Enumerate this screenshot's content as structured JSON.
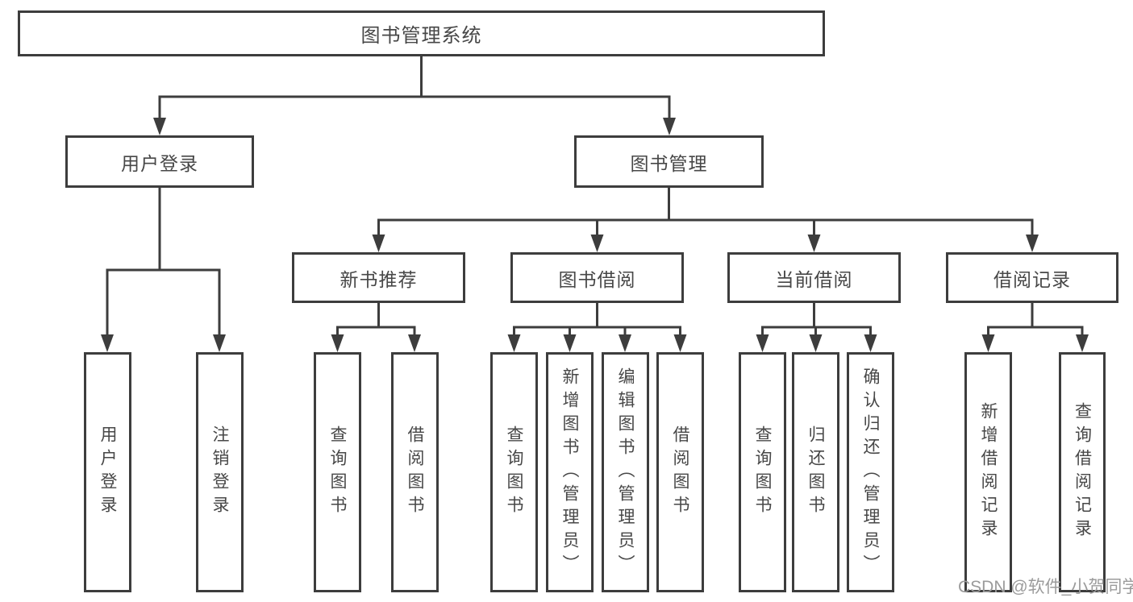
{
  "diagram_title": "图书管理系统",
  "watermark": "CSDN @软件_小贺同学",
  "colors": {
    "line": "#3d3d3d",
    "node_border": "#3d3d3d",
    "node_fill": "#ffffff",
    "text": "#474747",
    "watermark": "#9b9b9b",
    "background": "#ffffff"
  },
  "nodes": {
    "root": {
      "label": "图书管理系统",
      "level": 1
    },
    "user_login": {
      "label": "用户登录",
      "level": 2,
      "parent": "图书管理系统"
    },
    "book_management": {
      "label": "图书管理",
      "level": 2,
      "parent": "图书管理系统"
    },
    "new_book_recommend": {
      "label": "新书推荐",
      "level": 3,
      "parent": "图书管理"
    },
    "book_borrowing": {
      "label": "图书借阅",
      "level": 3,
      "parent": "图书管理"
    },
    "current_borrowing": {
      "label": "当前借阅",
      "level": 3,
      "parent": "图书管理"
    },
    "borrowing_records": {
      "label": "借阅记录",
      "level": 3,
      "parent": "图书管理"
    },
    "login_user_login": {
      "label": "用户登录",
      "level": 4,
      "parent": "用户登录"
    },
    "login_logout": {
      "label": "注销登录",
      "level": 4,
      "parent": "用户登录"
    },
    "recommend_query_books": {
      "label": "查询图书",
      "level": 4,
      "parent": "新书推荐"
    },
    "recommend_borrow_books": {
      "label": "借阅图书",
      "level": 4,
      "parent": "新书推荐"
    },
    "borrowing_query_books": {
      "label": "查询图书",
      "level": 4,
      "parent": "图书借阅"
    },
    "borrowing_add_books": {
      "label": "新增图书（管理员）",
      "level": 4,
      "parent": "图书借阅"
    },
    "borrowing_edit_books": {
      "label": "编辑图书（管理员）",
      "level": 4,
      "parent": "图书借阅"
    },
    "borrowing_borrow_books": {
      "label": "借阅图书",
      "level": 4,
      "parent": "图书借阅"
    },
    "current_query_books": {
      "label": "查询图书",
      "level": 4,
      "parent": "当前借阅"
    },
    "current_return_books": {
      "label": "归还图书",
      "level": 4,
      "parent": "当前借阅"
    },
    "current_confirm_return": {
      "label": "确认归还（管理员）",
      "level": 4,
      "parent": "当前借阅"
    },
    "records_add_record": {
      "label": "新增借阅记录",
      "level": 4,
      "parent": "借阅记录"
    },
    "records_query_record": {
      "label": "查询借阅记录",
      "level": 4,
      "parent": "借阅记录"
    }
  }
}
